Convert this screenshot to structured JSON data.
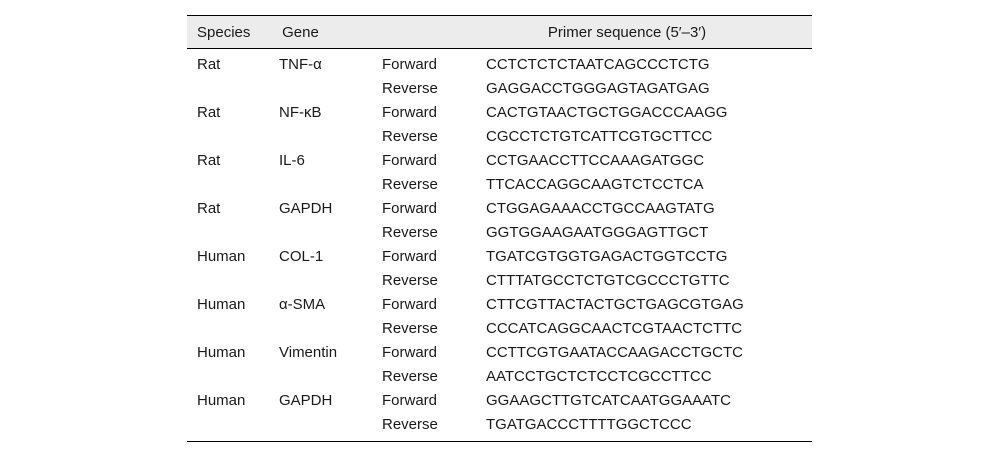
{
  "table": {
    "headers": {
      "species": "Species",
      "gene": "Gene",
      "direction": "",
      "primer": "Primer sequence (5′–3′)"
    },
    "rows": [
      {
        "species": "Rat",
        "gene": "TNF-α",
        "forward_label": "Forward",
        "forward": "CCTCTCTCTAATCAGCCCTCTG",
        "reverse_label": "Reverse",
        "reverse": "GAGGACCTGGGAGTAGATGAG"
      },
      {
        "species": "Rat",
        "gene": "NF-κB",
        "forward_label": "Forward",
        "forward": "CACTGTAACTGCTGGACCCAAGG",
        "reverse_label": "Reverse",
        "reverse": "CGCCTCTGTCATTCGTGCTTCC"
      },
      {
        "species": "Rat",
        "gene": "IL-6",
        "forward_label": "Forward",
        "forward": "CCTGAACCTTCCAAAGATGGC",
        "reverse_label": "Reverse",
        "reverse": "TTCACCAGGCAAGTCTCCTCA"
      },
      {
        "species": "Rat",
        "gene": "GAPDH",
        "forward_label": "Forward",
        "forward": "CTGGAGAAACCTGCCAAGTATG",
        "reverse_label": "Reverse",
        "reverse": "GGTGGAAGAATGGGAGTTGCT"
      },
      {
        "species": "Human",
        "gene": "COL-1",
        "forward_label": "Forward",
        "forward": "TGATCGTGGTGAGACTGGTCCTG",
        "reverse_label": "Reverse",
        "reverse": "CTTTATGCCTCTGTCGCCCTGTTC"
      },
      {
        "species": "Human",
        "gene": "α-SMA",
        "forward_label": "Forward",
        "forward": "CTTCGTTACTACTGCTGAGCGTGAG",
        "reverse_label": "Reverse",
        "reverse": "CCCATCAGGCAACTCGTAACTCTTC"
      },
      {
        "species": "Human",
        "gene": "Vimentin",
        "forward_label": "Forward",
        "forward": "CCTTCGTGAATACCAAGACCTGCTC",
        "reverse_label": "Reverse",
        "reverse": "AATCCTGCTCTCCTCGCCTTCC"
      },
      {
        "species": "Human",
        "gene": "GAPDH",
        "forward_label": "Forward",
        "forward": "GGAAGCTTGTCATCAATGGAAATC",
        "reverse_label": "Reverse",
        "reverse": "TGATGACCCTTTTGGCTCCC"
      }
    ]
  }
}
